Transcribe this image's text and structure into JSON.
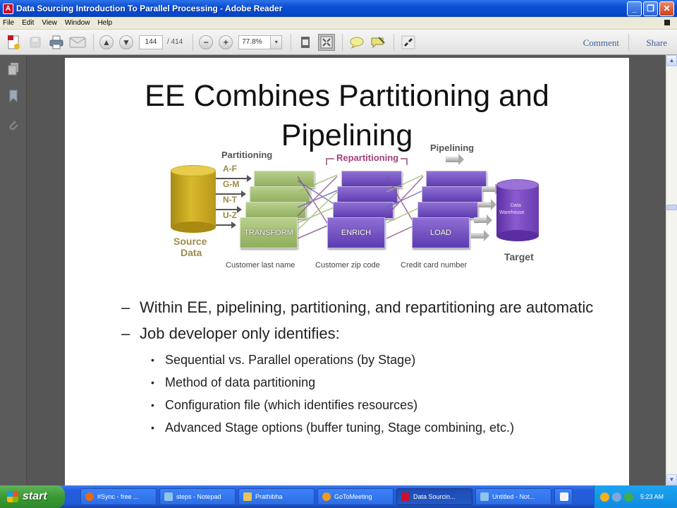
{
  "window": {
    "title": "Data Sourcing Introduction To Parallel Processing  - Adobe Reader",
    "app_icon_glyph": "A",
    "minimize": "_",
    "restore": "❐",
    "close": "✕"
  },
  "menu": {
    "items": [
      "File",
      "Edit",
      "View",
      "Window",
      "Help"
    ]
  },
  "toolbar": {
    "current_page": "144",
    "total_pages": "/ 414",
    "zoom_level": "77.8%",
    "zoom_dropdown": "▾",
    "comment_label": "Comment",
    "share_label": "Share",
    "icons": {
      "create": "create-pdf-icon",
      "save": "save-icon",
      "print": "print-icon",
      "email": "email-icon",
      "prev_page": "▲",
      "next_page": "▼",
      "zoom_out": "−",
      "zoom_in": "+",
      "fit_width": "fit-width-icon",
      "fit_page": "fit-page-icon",
      "sticky_note": "sticky-note-icon",
      "highlight": "highlight-icon",
      "full_screen": "full-screen-icon"
    }
  },
  "navpane": {
    "icons": [
      "pages-icon",
      "bookmarks-icon",
      "attachments-icon"
    ]
  },
  "slide": {
    "title_line1": "EE Combines Partitioning and",
    "title_line2": "Pipelining",
    "diagram": {
      "partitioning_label": "Partitioning",
      "repartitioning_label": "Repartitioning",
      "pipelining_label": "Pipelining",
      "partitions": [
        "A-F",
        "G-M",
        "N-T",
        "U-Z"
      ],
      "source_label_1": "Source",
      "source_label_2": "Data",
      "target_label": "Target",
      "warehouse_label_1": "Data",
      "warehouse_label_2": "Warehouse",
      "stages": [
        {
          "name": "TRANSFORM",
          "caption": "Customer last name"
        },
        {
          "name": "ENRICH",
          "caption": "Customer zip code"
        },
        {
          "name": "LOAD",
          "caption": "Credit card number"
        }
      ]
    },
    "bullets": [
      {
        "text": "Within EE, pipelining, partitioning, and repartitioning are automatic"
      },
      {
        "text": "Job developer only identifies:",
        "sub": [
          "Sequential vs. Parallel operations (by Stage)",
          "Method of data partitioning",
          "Configuration file (which identifies resources)",
          "Advanced Stage options (buffer tuning, Stage combining, etc.)"
        ]
      }
    ]
  },
  "scrollbar": {
    "up": "▲",
    "down": "▼"
  },
  "taskbar": {
    "start_label": "start",
    "tasks": [
      {
        "label": "#Sync - free ...",
        "color": "#e36b1c"
      },
      {
        "label": "steps - Notepad",
        "color": "#8fc4e8"
      },
      {
        "label": "Prathibha",
        "color": "#e8c25a"
      },
      {
        "label": "GoToMeeting",
        "color": "#f29a1a"
      },
      {
        "label": "Data Sourcin...",
        "color": "#c8102e",
        "active": true
      },
      {
        "label": "Untitled - Not...",
        "color": "#8fc4e8"
      }
    ],
    "clock": "5:23 AM"
  },
  "colors": {
    "titlebar": "#0a4fd4",
    "link": "#3f5f93",
    "green_stage": "#9bb86c",
    "purple_stage": "#6a48c0",
    "source_cylinder": "#c9a81c",
    "target_cylinder": "#7a4cc0"
  }
}
